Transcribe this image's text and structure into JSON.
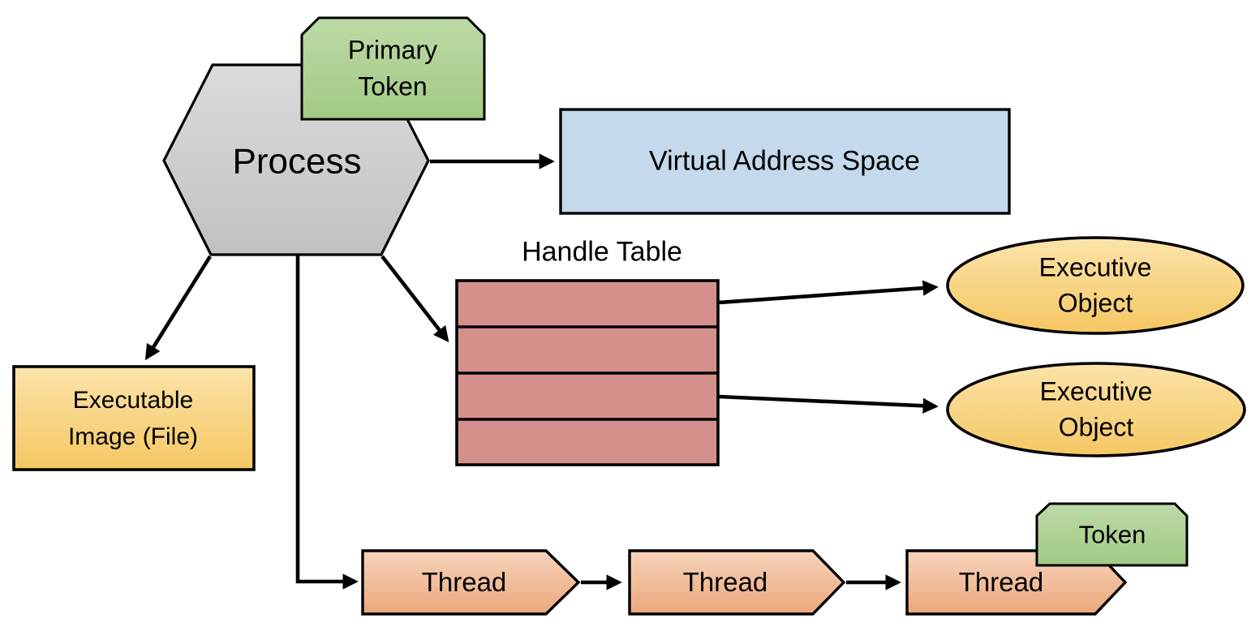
{
  "diagram": {
    "description": "Windows process structure diagram",
    "colors": {
      "outline": "#000000",
      "arrow": "#000000",
      "gray_top": "#dbdbdb",
      "gray_bottom": "#c1c1c1",
      "green_top": "#bcdaa6",
      "green_bottom": "#a3ca85",
      "blue_fill": "#c5d9ec",
      "table_fill": "#d5908b",
      "orange_top": "#fbe3a9",
      "orange_bottom": "#f5c763",
      "salmon_top": "#f7d3ba",
      "salmon_bottom": "#eba87c"
    },
    "nodes": {
      "process": {
        "label": "Process",
        "shape": "hexagon"
      },
      "primary_token": {
        "lines": [
          "Primary",
          "Token"
        ],
        "shape": "snip-corner-rect"
      },
      "virtual_address_space": {
        "label": "Virtual Address Space",
        "shape": "rect"
      },
      "handle_table": {
        "label": "Handle Table",
        "shape": "table",
        "row_count": 4
      },
      "executive_object_1": {
        "lines": [
          "Executive",
          "Object"
        ],
        "shape": "ellipse"
      },
      "executive_object_2": {
        "lines": [
          "Executive",
          "Object"
        ],
        "shape": "ellipse"
      },
      "executable_image": {
        "lines": [
          "Executable",
          "Image (File)"
        ],
        "shape": "rect"
      },
      "thread_1": {
        "label": "Thread",
        "shape": "pentagon-arrow"
      },
      "thread_2": {
        "label": "Thread",
        "shape": "pentagon-arrow"
      },
      "thread_3": {
        "label": "Thread",
        "shape": "pentagon-arrow"
      },
      "token": {
        "lines": [
          "Token"
        ],
        "shape": "snip-corner-rect"
      }
    },
    "edges": [
      {
        "from": "process",
        "to": "virtual_address_space"
      },
      {
        "from": "process",
        "to": "executable_image"
      },
      {
        "from": "process",
        "to": "handle_table"
      },
      {
        "from": "process",
        "to": "thread_1"
      },
      {
        "from": "thread_1",
        "to": "thread_2"
      },
      {
        "from": "thread_2",
        "to": "thread_3"
      },
      {
        "from": "handle_table",
        "to": "executive_object_1"
      },
      {
        "from": "handle_table",
        "to": "executive_object_2"
      }
    ]
  }
}
